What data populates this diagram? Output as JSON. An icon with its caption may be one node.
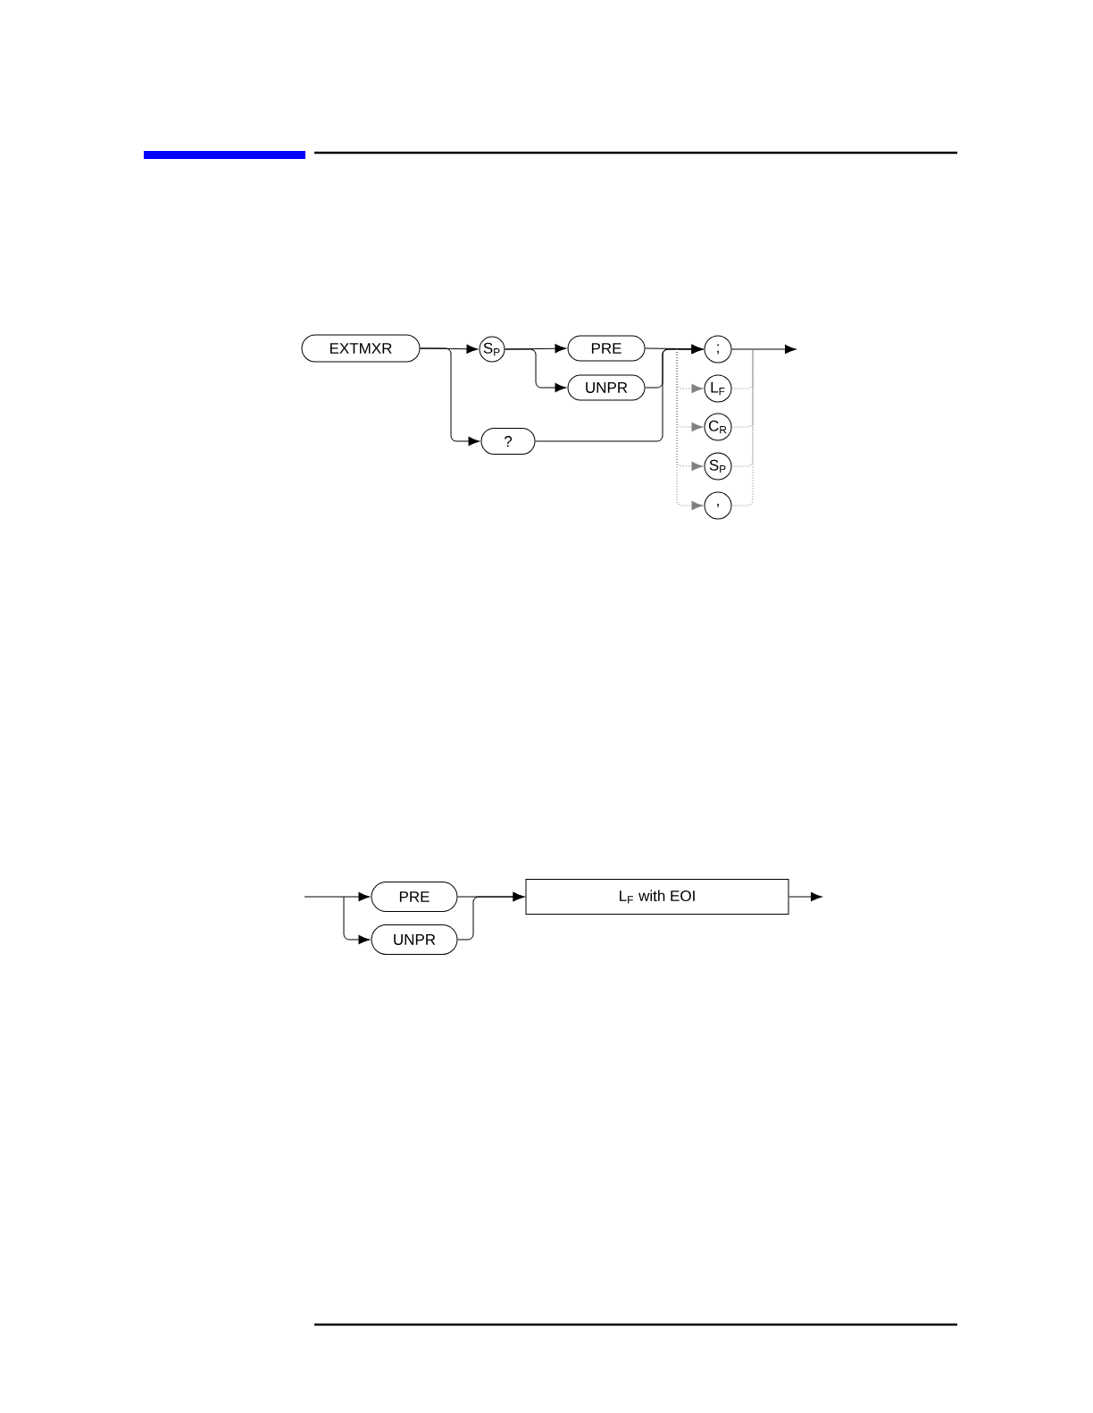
{
  "diagram": {
    "nodes": [
      {
        "text": [
          "EXTMXR"
        ]
      },
      {
        "text": [
          "S$_{P}$"
        ]
      },
      {
        "text": [
          "PRE"
        ]
      },
      {
        "text": [
          "UNPR"
        ]
      },
      {
        "text": [
          "?"
        ]
      },
      {
        "text": [
          ";"
        ]
      },
      {
        "text": [
          "L$_{F}$"
        ]
      },
      {
        "text": [
          "C$_{R}$"
        ]
      },
      {
        "text": [
          "S$_{P}$"
        ]
      },
      {
        "text": [
          ","
        ]
      },
      {
        "text": [
          "PRE"
        ]
      },
      {
        "text": [
          "UNPR"
        ]
      },
      {
        "text": [
          "L$_{F}$ with EOI"
        ]
      }
    ],
    "edges": [
      {
        "from": 0,
        "to": 1,
        "arrow": "to"
      },
      {
        "from": 0,
        "to": 4,
        "arrow": "to"
      },
      {
        "from": 1,
        "to": 2,
        "arrow": "to"
      },
      {
        "from": 1,
        "to": 3,
        "arrow": "to"
      },
      {
        "from": 2,
        "to": 5,
        "arrow": "to"
      },
      {
        "from": 3,
        "to": 5,
        "arrow": "to"
      },
      {
        "from": 4,
        "to": 5,
        "arrow": "to"
      },
      {
        "from": 5,
        "to": null,
        "arrow": "to"
      },
      {
        "from": null,
        "to": 6,
        "arrow": "to",
        "style": "dashed",
        "color": "#808080"
      },
      {
        "from": null,
        "to": 7,
        "arrow": "to",
        "style": "dashed",
        "color": "#808080"
      },
      {
        "from": null,
        "to": 8,
        "arrow": "to",
        "style": "dashed",
        "color": "#808080"
      },
      {
        "from": null,
        "to": 9,
        "arrow": "to",
        "style": "dashed",
        "color": "#808080"
      },
      {
        "from": 6,
        "to": null,
        "arrow": "none",
        "style": "dashed",
        "color": "#808080"
      },
      {
        "from": 7,
        "to": null,
        "arrow": "none",
        "style": "dashed",
        "color": "#808080"
      },
      {
        "from": 8,
        "to": null,
        "arrow": "none",
        "style": "dashed",
        "color": "#808080"
      },
      {
        "from": 9,
        "to": null,
        "arrow": "none",
        "style": "dashed",
        "color": "#808080"
      },
      {
        "from": null,
        "to": 10,
        "arrow": "to"
      },
      {
        "from": null,
        "to": 11,
        "arrow": "to"
      },
      {
        "from": 10,
        "to": 12,
        "arrow": "to"
      },
      {
        "from": 11,
        "to": 12,
        "arrow": "to"
      },
      {
        "from": 12,
        "to": null,
        "arrow": "to"
      }
    ]
  }
}
